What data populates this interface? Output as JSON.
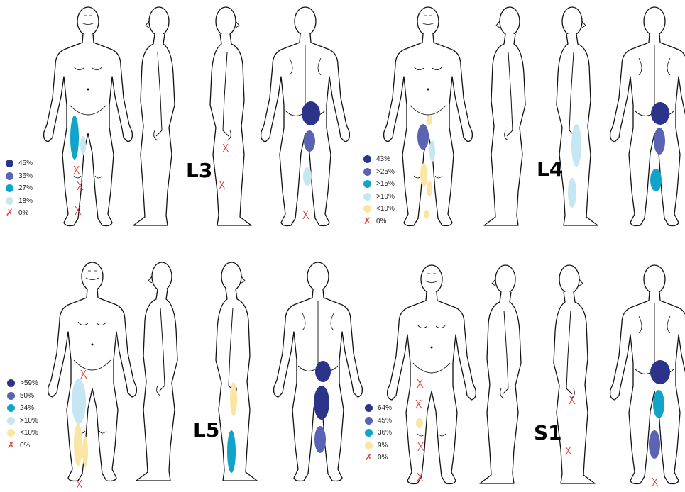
{
  "colors": {
    "c45": "#2b3488",
    "c36": "#5b63b4",
    "c27": "#11a4c9",
    "c18": "#c6e6f1",
    "c9": "#fbe5a2",
    "x": "#e0403a"
  },
  "panels": [
    {
      "label": "L3",
      "legend": [
        {
          "color": "#2b3488",
          "text": "45%"
        },
        {
          "color": "#5b63b4",
          "text": "36%"
        },
        {
          "color": "#11a4c9",
          "text": "27%"
        },
        {
          "color": "#c6e6f1",
          "text": "18%"
        },
        {
          "color": "x",
          "text": "0%"
        }
      ]
    },
    {
      "label": "L4",
      "legend": [
        {
          "color": "#2b3488",
          "text": "43%"
        },
        {
          "color": "#5b63b4",
          "text": ">25%"
        },
        {
          "color": "#11a4c9",
          "text": ">15%"
        },
        {
          "color": "#c6e6f1",
          "text": ">10%"
        },
        {
          "color": "#fbe5a2",
          "text": "<10%"
        },
        {
          "color": "x",
          "text": "0%"
        }
      ]
    },
    {
      "label": "L5",
      "legend": [
        {
          "color": "#2b3488",
          "text": ">59%"
        },
        {
          "color": "#5b63b4",
          "text": "50%"
        },
        {
          "color": "#11a4c9",
          "text": "24%"
        },
        {
          "color": "#c6e6f1",
          "text": ">10%"
        },
        {
          "color": "#fbe5a2",
          "text": "<10%"
        },
        {
          "color": "x",
          "text": "0%"
        }
      ]
    },
    {
      "label": "S1",
      "legend": [
        {
          "color": "#2b3488",
          "text": "64%"
        },
        {
          "color": "#5b63b4",
          "text": "45%"
        },
        {
          "color": "#11a4c9",
          "text": "36%"
        },
        {
          "color": "#fbe5a2",
          "text": "9%"
        },
        {
          "color": "x",
          "text": "0%"
        }
      ]
    }
  ]
}
